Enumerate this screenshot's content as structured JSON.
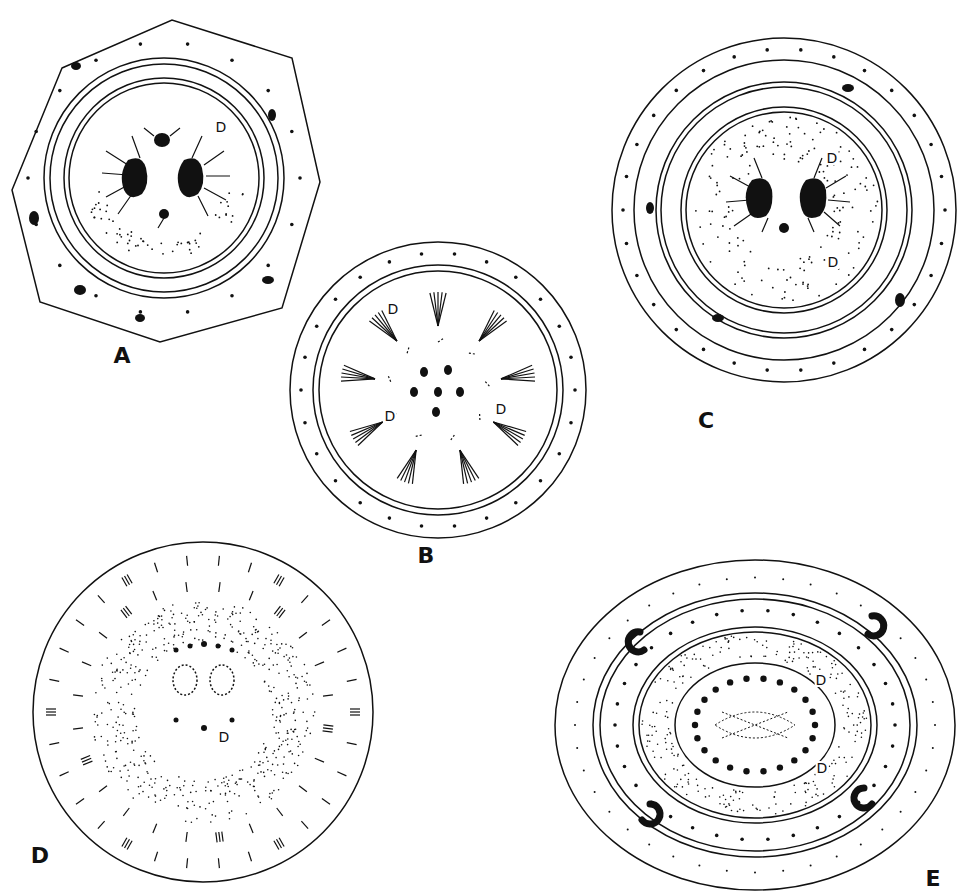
{
  "diagram": {
    "labels": [
      "D",
      "A",
      "D",
      "D",
      "D",
      "B",
      "D",
      "D",
      "C",
      "D",
      "D",
      "D",
      "D",
      "E"
    ]
  }
}
